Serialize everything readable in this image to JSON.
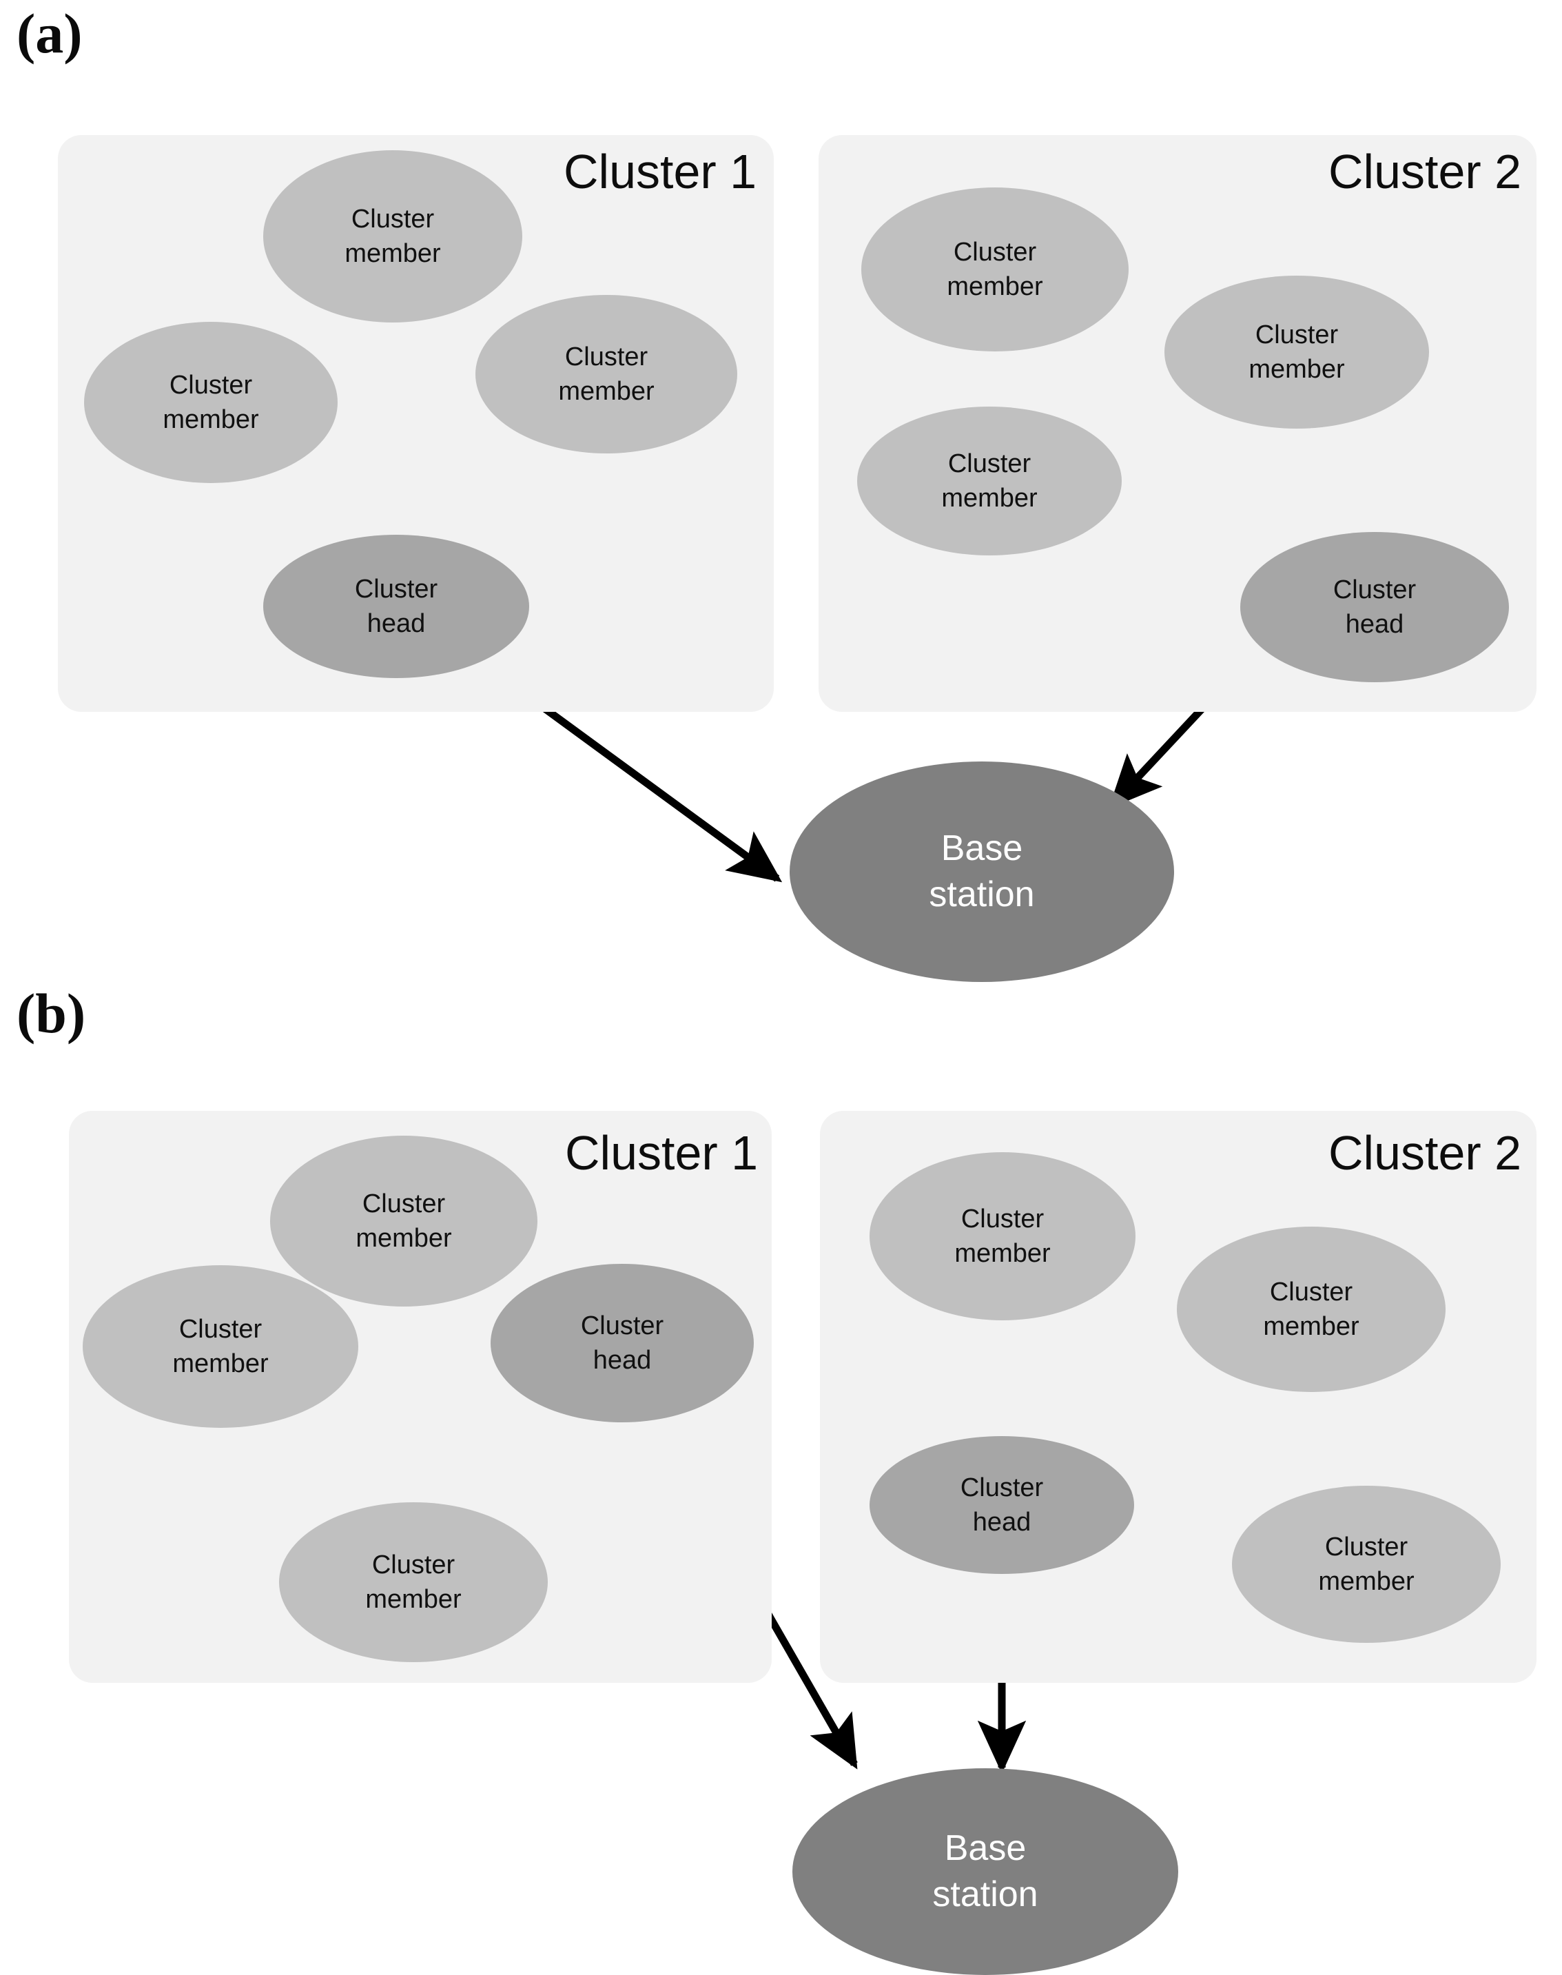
{
  "figure": {
    "panels": [
      {
        "id": "a",
        "label": "(a)",
        "clusters": [
          {
            "title": "Cluster 1",
            "nodes": [
              {
                "role": "member",
                "line1": "Cluster",
                "line2": "member"
              },
              {
                "role": "member",
                "line1": "Cluster",
                "line2": "member"
              },
              {
                "role": "member",
                "line1": "Cluster",
                "line2": "member"
              },
              {
                "role": "head",
                "line1": "Cluster",
                "line2": "head"
              }
            ]
          },
          {
            "title": "Cluster 2",
            "nodes": [
              {
                "role": "member",
                "line1": "Cluster",
                "line2": "member"
              },
              {
                "role": "member",
                "line1": "Cluster",
                "line2": "member"
              },
              {
                "role": "member",
                "line1": "Cluster",
                "line2": "member"
              },
              {
                "role": "head",
                "line1": "Cluster",
                "line2": "head"
              }
            ]
          }
        ],
        "base_station": {
          "line1": "Base",
          "line2": "station"
        }
      },
      {
        "id": "b",
        "label": "(b)",
        "clusters": [
          {
            "title": "Cluster 1",
            "nodes": [
              {
                "role": "member",
                "line1": "Cluster",
                "line2": "member"
              },
              {
                "role": "member",
                "line1": "Cluster",
                "line2": "member"
              },
              {
                "role": "member",
                "line1": "Cluster",
                "line2": "member"
              },
              {
                "role": "head",
                "line1": "Cluster",
                "line2": "head"
              }
            ]
          },
          {
            "title": "Cluster 2",
            "nodes": [
              {
                "role": "member",
                "line1": "Cluster",
                "line2": "member"
              },
              {
                "role": "member",
                "line1": "Cluster",
                "line2": "member"
              },
              {
                "role": "member",
                "line1": "Cluster",
                "line2": "member"
              },
              {
                "role": "head",
                "line1": "Cluster",
                "line2": "head"
              }
            ]
          }
        ],
        "base_station": {
          "line1": "Base",
          "line2": "station"
        }
      }
    ]
  },
  "labels": {
    "panel_a": "(a)",
    "panel_b": "(b)",
    "cluster1": "Cluster 1",
    "cluster2": "Cluster 2",
    "member_l1": "Cluster",
    "member_l2": "member",
    "head_l1": "Cluster",
    "head_l2": "head",
    "base_l1": "Base",
    "base_l2": "station"
  },
  "colors": {
    "page_background": "#ffffff",
    "cluster_box": "#f2f2f2",
    "member_fill": "#c0c0c0",
    "head_fill": "#a6a6a6",
    "base_fill": "#808080",
    "base_text": "#ffffff",
    "node_text": "#101010",
    "arrow": "#000000"
  }
}
